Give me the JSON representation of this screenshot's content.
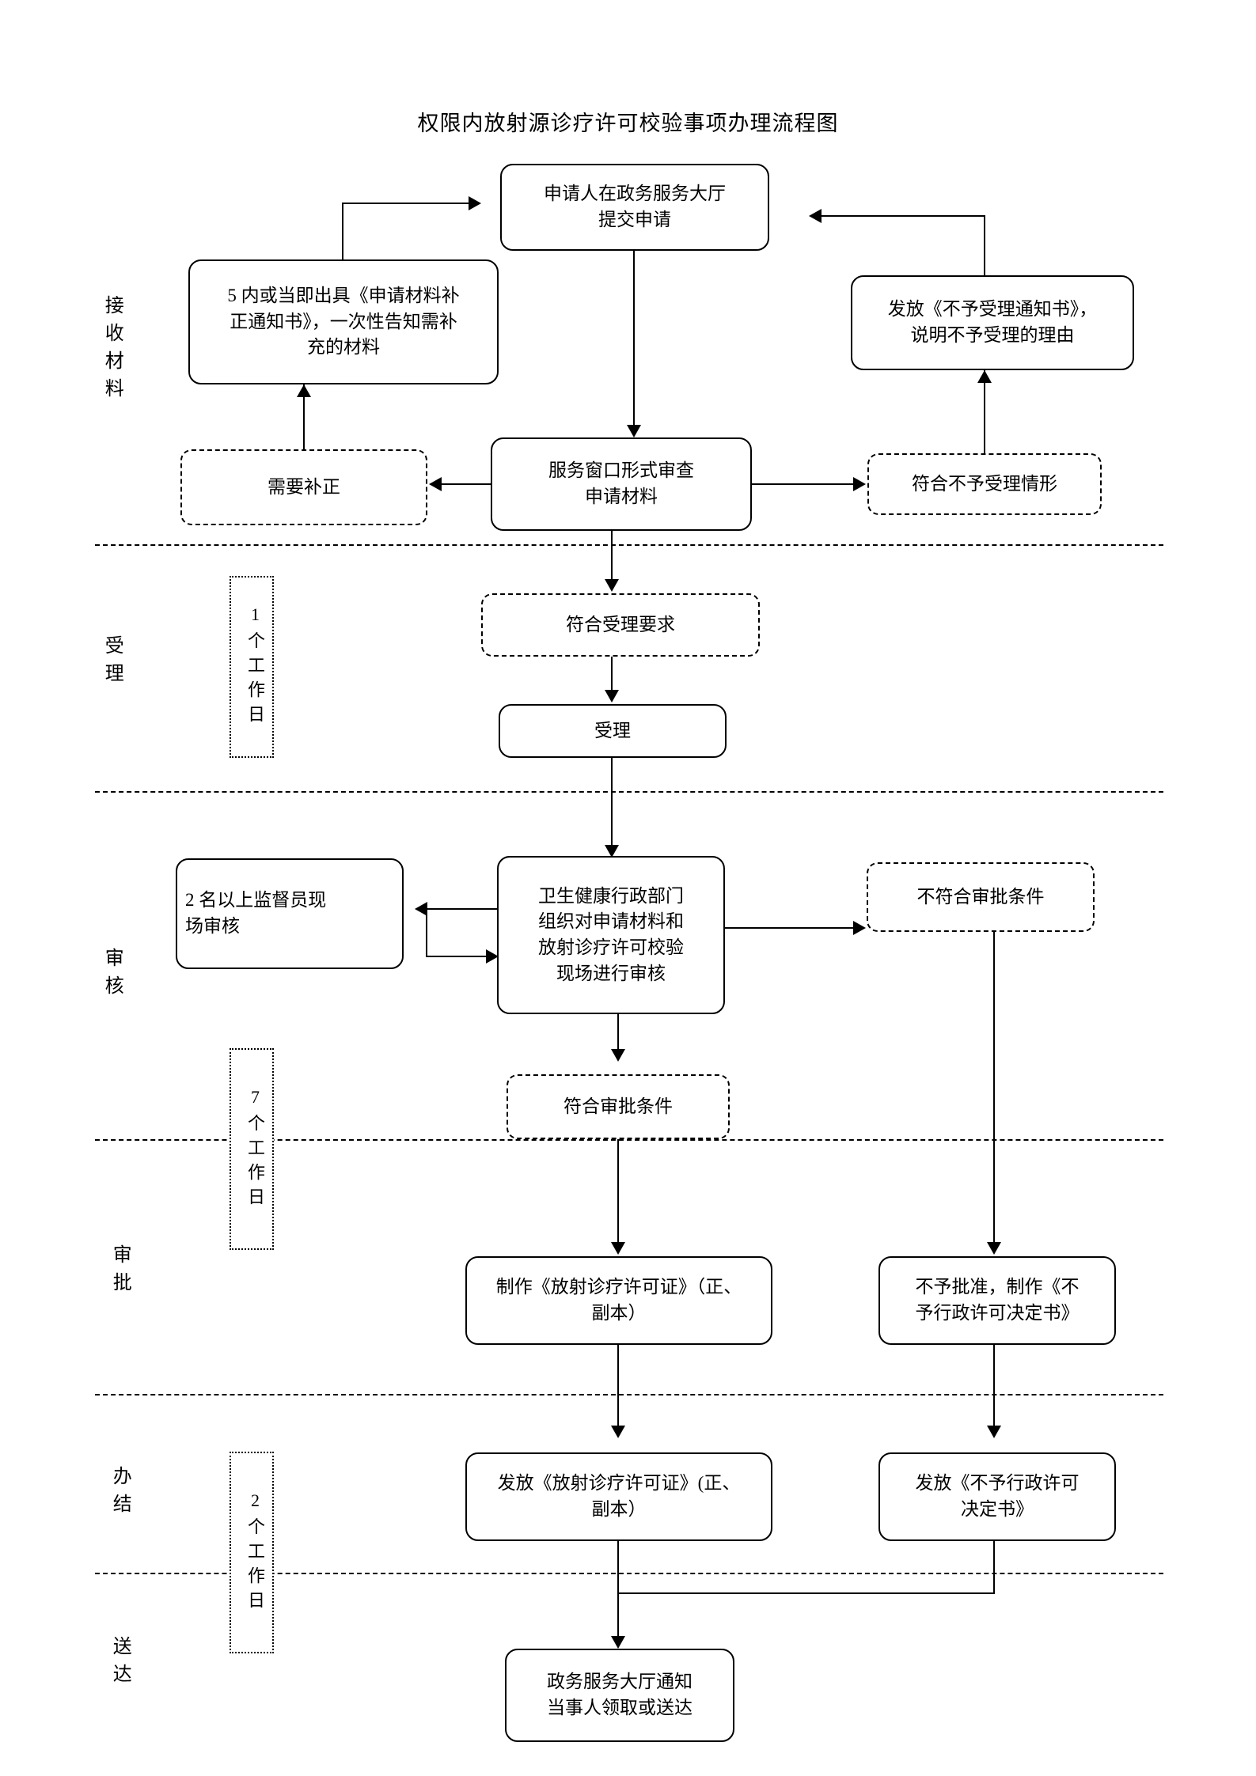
{
  "title": "权限内放射源诊疗许可校验事项办理流程图",
  "stages": [
    {
      "name": "接收材料",
      "label": "接收材料"
    },
    {
      "name": "受理",
      "label": "受理"
    },
    {
      "name": "审核",
      "label": "审核"
    },
    {
      "name": "审批",
      "label": "审批"
    },
    {
      "name": "办结",
      "label": "办结"
    },
    {
      "name": "送达",
      "label": "送达"
    }
  ],
  "durations": [
    {
      "name": "受理时限",
      "label": "1个工作日"
    },
    {
      "name": "审核审批时限",
      "label": "7个工作日"
    },
    {
      "name": "办结送达时限",
      "label": "2个工作日"
    }
  ],
  "nodes": {
    "submit_application": "申请人在政务服务大厅\n提交申请",
    "correction_notice": "5 内或当即出具《申请材料补\n正通知书》，一次性告知需补\n充的材料",
    "rejection_notice": "发放《不予受理通知书》，\n说明不予受理的理由",
    "need_correction": "需要补正",
    "window_formal_review": "服务窗口形式审查\n申请材料",
    "meets_rejection_condition": "符合不予受理情形",
    "meets_acceptance_requirement": "符合受理要求",
    "accept": "受理",
    "two_supervisors_onsite": "2 名以上监督员现\n场审核",
    "health_dept_review": "卫生健康行政部门\n组织对申请材料和\n放射诊疗许可校验\n现场进行审核",
    "not_meet_approval_condition": "不符合审批条件",
    "meets_approval_condition": "符合审批条件",
    "make_license": "制作《放射诊疗许可证》（正、\n副本）",
    "make_disapproval": "不予批准，制作《不\n予行政许可决定书》",
    "issue_license": "发放《放射诊疗许可证》(正、\n副本）",
    "issue_disapproval": "发放《不予行政许可\n决定书》",
    "notify_delivery": "政务服务大厅通知\n当事人领取或送达"
  },
  "colors": {
    "line": "#000000",
    "background": "#ffffff",
    "text": "#000000"
  }
}
